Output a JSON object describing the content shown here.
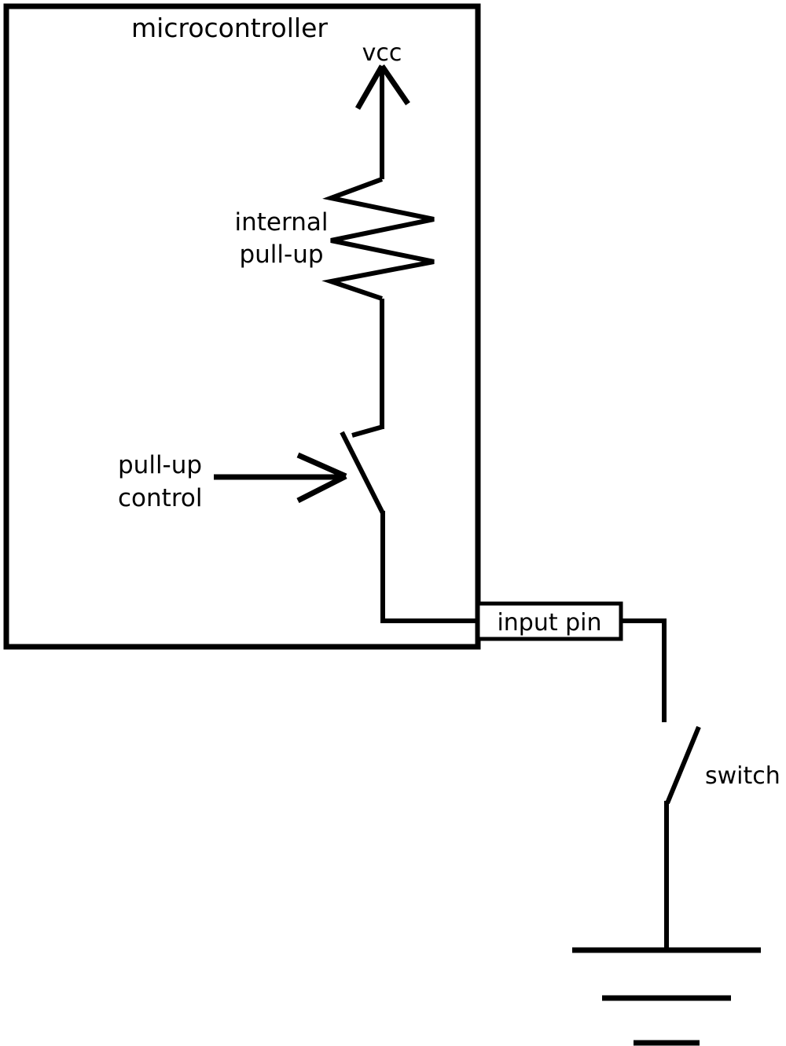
{
  "diagram": {
    "microcontroller_label": "microcontroller",
    "vcc_label": "vcc",
    "internal_pullup_label_line1": "internal",
    "internal_pullup_label_line2": "pull-up",
    "pullup_control_label_line1": "pull-up",
    "pullup_control_label_line2": "control",
    "input_pin_label": "input pin",
    "switch_label": "switch",
    "colors": {
      "line": "#000000",
      "background": "#ffffff"
    }
  }
}
